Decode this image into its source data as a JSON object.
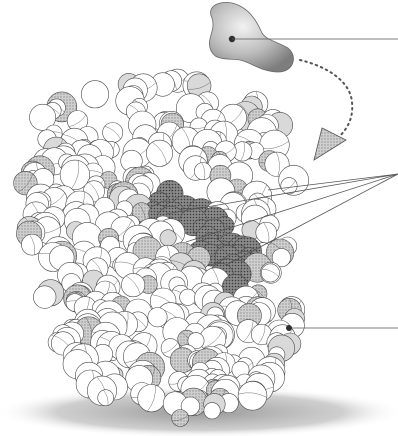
{
  "diagram": {
    "substrate": {
      "shape": "kidney",
      "tone": "#8c8c8c"
    },
    "enzyme": {
      "atom_style": "space-filling spheres",
      "outline": "#4a4a4a",
      "shade_light": "#d9d9d9",
      "shade_dark": "#7a7a7a"
    },
    "binding_arrow": {
      "style": "dotted-curve",
      "head": "filled"
    },
    "pointer_lines": {
      "color": "#555555",
      "groups": [
        "substrate",
        "active-site",
        "surface-atom"
      ]
    },
    "floor_shadow": {
      "tone": "#9a9a9a"
    }
  }
}
